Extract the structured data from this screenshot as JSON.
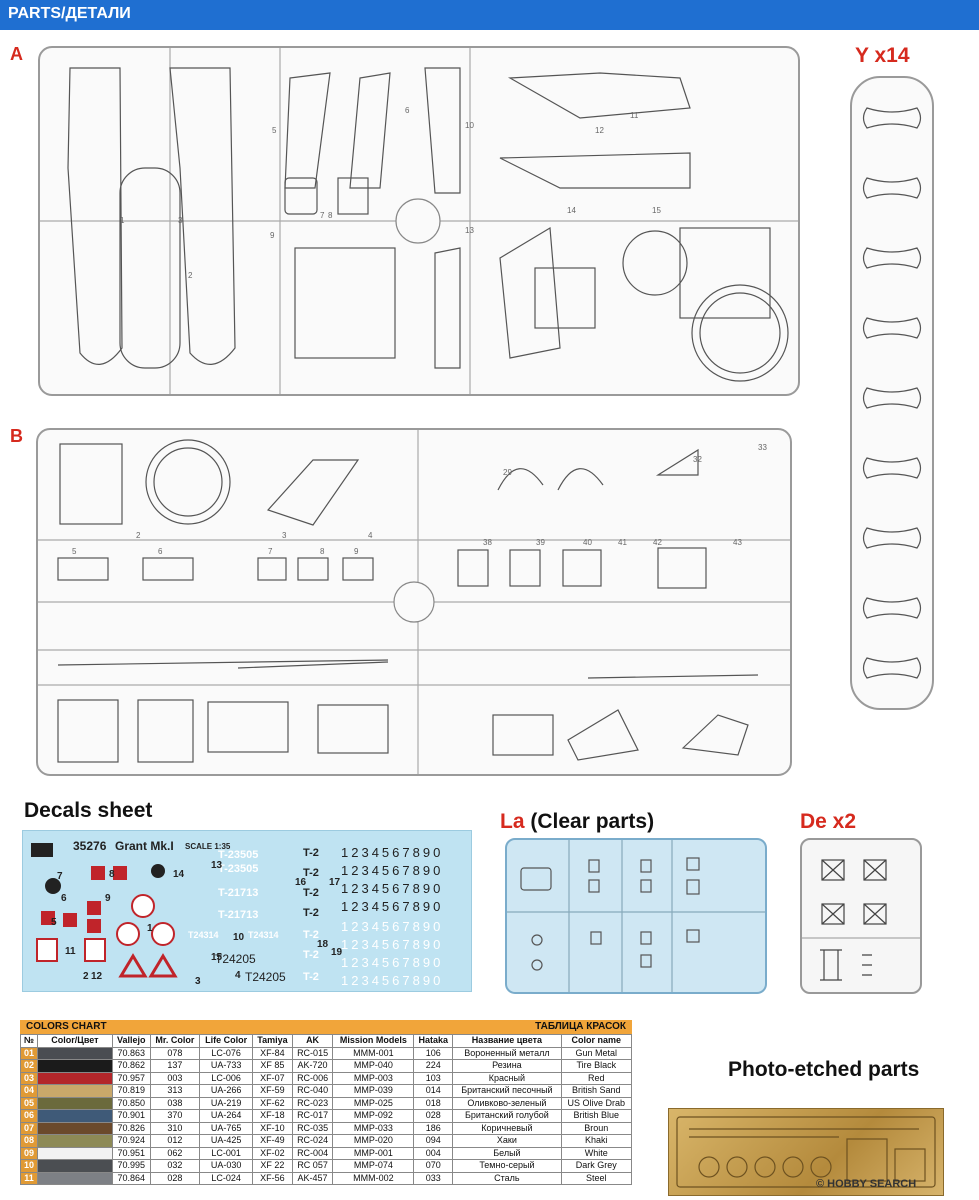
{
  "header": {
    "title": "PARTS/ДЕТАЛИ"
  },
  "sections": {
    "a_label": "A",
    "b_label": "B",
    "y_title": "Y x14",
    "decals_title": "Decals sheet",
    "clear_code": "La",
    "clear_title": "(Clear parts)",
    "de_title": "De x2",
    "pe_title": "Photo-etched parts"
  },
  "decals": {
    "kit_number": "35276",
    "kit_name": "Grant Mk.I",
    "scale": "SCALE 1:35",
    "t2_label": "T-2",
    "digits": "1234567890",
    "serial_1": "T-23505",
    "serial_2": "T-21713",
    "serial_3": "T24314",
    "serial_4": "T24205",
    "decal_numbers": [
      "1",
      "2",
      "3",
      "4",
      "5",
      "6",
      "7",
      "8",
      "9",
      "10",
      "11",
      "12",
      "13",
      "14",
      "15",
      "16",
      "17",
      "18",
      "19"
    ]
  },
  "colors_chart": {
    "title_en": "COLORS CHART",
    "title_ru": "ТАБЛИЦА КРАСОК",
    "columns": [
      "№",
      "Color/Цвет",
      "Vallejo",
      "Mr. Color",
      "Life Color",
      "Tamiya",
      "AK",
      "Mission Models",
      "Hataka",
      "Название цвета",
      "Color name"
    ],
    "rows": [
      {
        "no": "01",
        "swatch": "#4a4d52",
        "vallejo": "70.863",
        "mr": "078",
        "life": "LC-076",
        "tamiya": "XF-84",
        "ak": "RC-015",
        "mission": "MMM-001",
        "hataka": "106",
        "ru": "Вороненный металл",
        "en": "Gun Metal"
      },
      {
        "no": "02",
        "swatch": "#1b1b1b",
        "vallejo": "70.862",
        "mr": "137",
        "life": "UA-733",
        "tamiya": "XF 85",
        "ak": "AK-720",
        "mission": "MMP-040",
        "hataka": "224",
        "ru": "Резина",
        "en": "Tire Black"
      },
      {
        "no": "03",
        "swatch": "#b3262a",
        "vallejo": "70.957",
        "mr": "003",
        "life": "LC-006",
        "tamiya": "XF-07",
        "ak": "RC-006",
        "mission": "MMP-003",
        "hataka": "103",
        "ru": "Красный",
        "en": "Red"
      },
      {
        "no": "04",
        "swatch": "#c9a86a",
        "vallejo": "70.819",
        "mr": "313",
        "life": "UA-266",
        "tamiya": "XF-59",
        "ak": "RC-040",
        "mission": "MMP-039",
        "hataka": "014",
        "ru": "Британский песочный",
        "en": "British Sand"
      },
      {
        "no": "05",
        "swatch": "#6b6a3c",
        "vallejo": "70.850",
        "mr": "038",
        "life": "UA-219",
        "tamiya": "XF-62",
        "ak": "RC-023",
        "mission": "MMP-025",
        "hataka": "018",
        "ru": "Оливково-зеленый",
        "en": "US Olive Drab"
      },
      {
        "no": "06",
        "swatch": "#3f5a78",
        "vallejo": "70.901",
        "mr": "370",
        "life": "UA-264",
        "tamiya": "XF-18",
        "ak": "RC-017",
        "mission": "MMP-092",
        "hataka": "028",
        "ru": "Британский голубой",
        "en": "British Blue"
      },
      {
        "no": "07",
        "swatch": "#6b4a2c",
        "vallejo": "70.826",
        "mr": "310",
        "life": "UA-765",
        "tamiya": "XF-10",
        "ak": "RC-035",
        "mission": "MMP-033",
        "hataka": "186",
        "ru": "Коричневый",
        "en": "Broun"
      },
      {
        "no": "08",
        "swatch": "#8d8a56",
        "vallejo": "70.924",
        "mr": "012",
        "life": "UA-425",
        "tamiya": "XF-49",
        "ak": "RC-024",
        "mission": "MMP-020",
        "hataka": "094",
        "ru": "Хаки",
        "en": "Khaki"
      },
      {
        "no": "09",
        "swatch": "#f2f2f2",
        "vallejo": "70.951",
        "mr": "062",
        "life": "LC-001",
        "tamiya": "XF-02",
        "ak": "RC-004",
        "mission": "MMP-001",
        "hataka": "004",
        "ru": "Белый",
        "en": "White"
      },
      {
        "no": "10",
        "swatch": "#4b4e52",
        "vallejo": "70.995",
        "mr": "032",
        "life": "UA-030",
        "tamiya": "XF 22",
        "ak": "RC 057",
        "mission": "MMP-074",
        "hataka": "070",
        "ru": "Темно-серый",
        "en": "Dark Grey"
      },
      {
        "no": "11",
        "swatch": "#7d8085",
        "vallejo": "70.864",
        "mr": "028",
        "life": "LC-024",
        "tamiya": "XF-56",
        "ak": "AK-457",
        "mission": "MMM-002",
        "hataka": "033",
        "ru": "Сталь",
        "en": "Steel"
      }
    ]
  },
  "watermark": "© HOBBY SEARCH",
  "colors": {
    "header_blue": "#1f6fd1",
    "section_red": "#d62a1e",
    "chart_orange": "#e09a35",
    "decal_blue": "#bfe3f2"
  }
}
